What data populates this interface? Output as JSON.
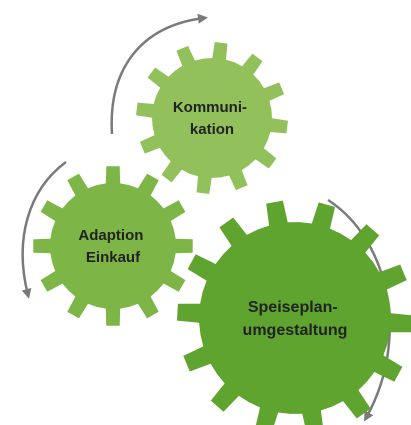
{
  "diagram": {
    "gears": [
      {
        "id": "kommunikation",
        "lines": [
          "Kommuni-",
          "kation"
        ],
        "color": "#92c05a"
      },
      {
        "id": "adaption-einkauf",
        "lines": [
          "Adaption",
          "Einkauf"
        ],
        "color": "#7db646"
      },
      {
        "id": "speiseplanumgestaltung",
        "lines": [
          "Speiseplan-",
          "umgestaltung"
        ],
        "color": "#5ea42f"
      }
    ],
    "arrow_color": "#7a7a7a"
  }
}
